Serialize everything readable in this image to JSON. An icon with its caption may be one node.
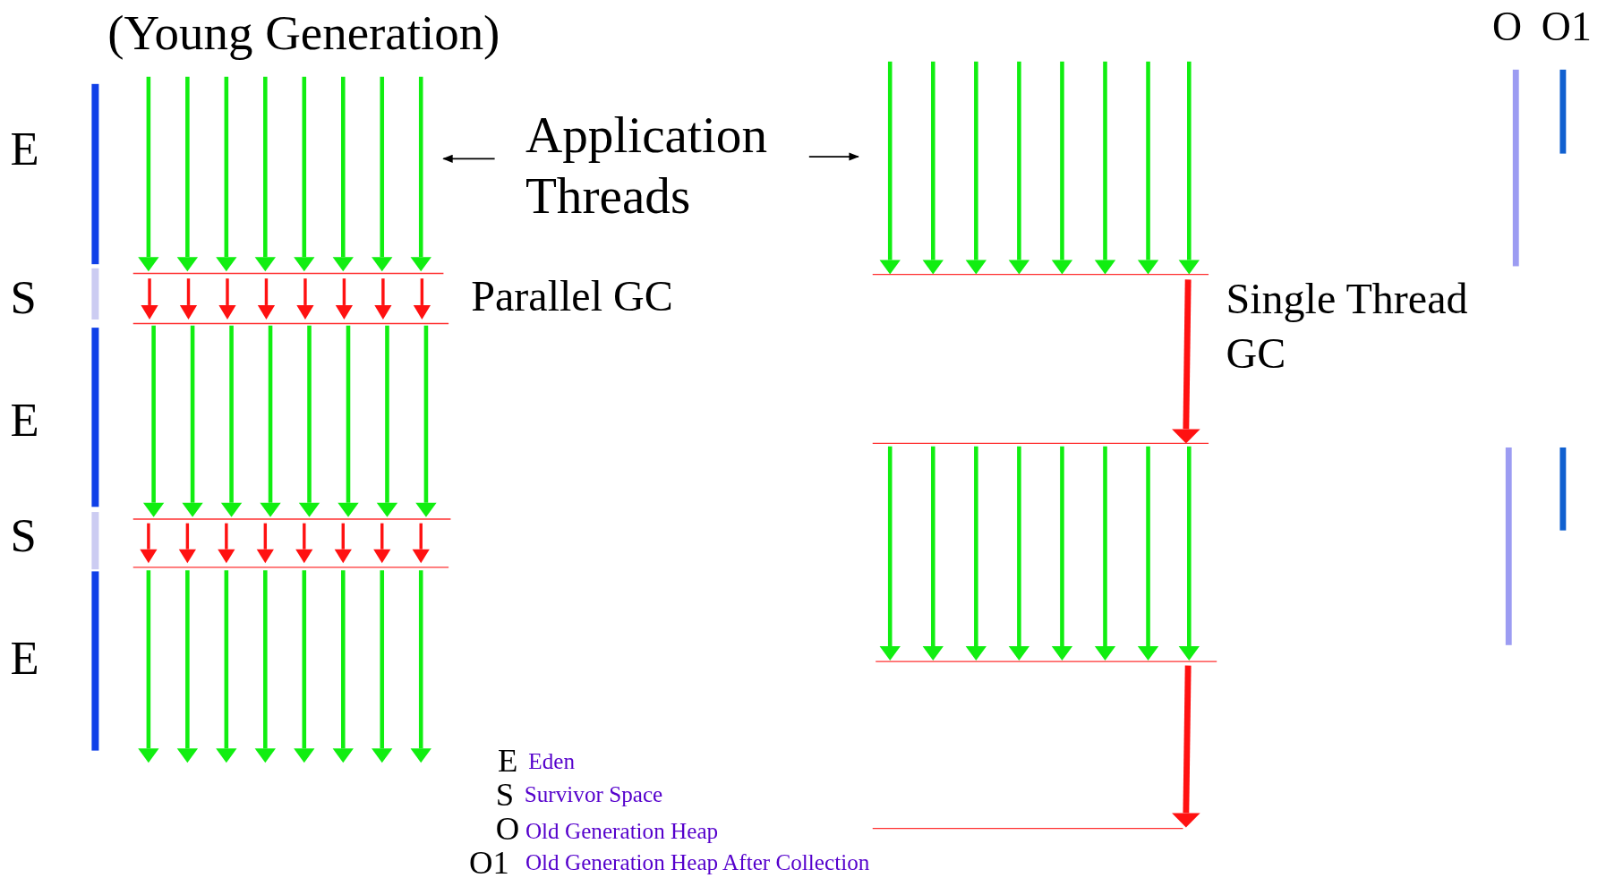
{
  "diagram": {
    "title": "(Young Generation)",
    "nodes": [
      {
        "text": [
          "Application Threads"
        ]
      }
    ],
    "labels": [
      "O",
      "O1",
      "E",
      "S",
      "Parallel GC",
      "Single Thread GC",
      "E",
      "S",
      "E",
      "E",
      "Eden",
      "S",
      "Survivor Space",
      "O",
      "Old Generation Heap",
      "O1",
      "Old Generation Heap After Collection"
    ]
  }
}
